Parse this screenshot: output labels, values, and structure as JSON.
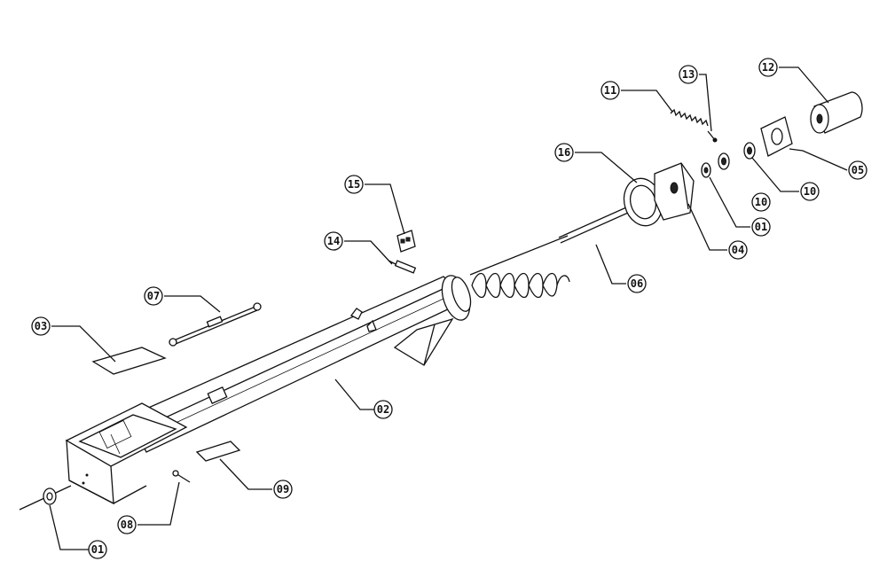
{
  "callouts": {
    "c01a": "01",
    "c01b": "01",
    "c02": "02",
    "c03": "03",
    "c04": "04",
    "c05": "05",
    "c06": "06",
    "c07": "07",
    "c08": "08",
    "c09": "09",
    "c10a": "10",
    "c10b": "10",
    "c11": "11",
    "c12": "12",
    "c13": "13",
    "c14": "14",
    "c15": "15",
    "c16": "16"
  }
}
